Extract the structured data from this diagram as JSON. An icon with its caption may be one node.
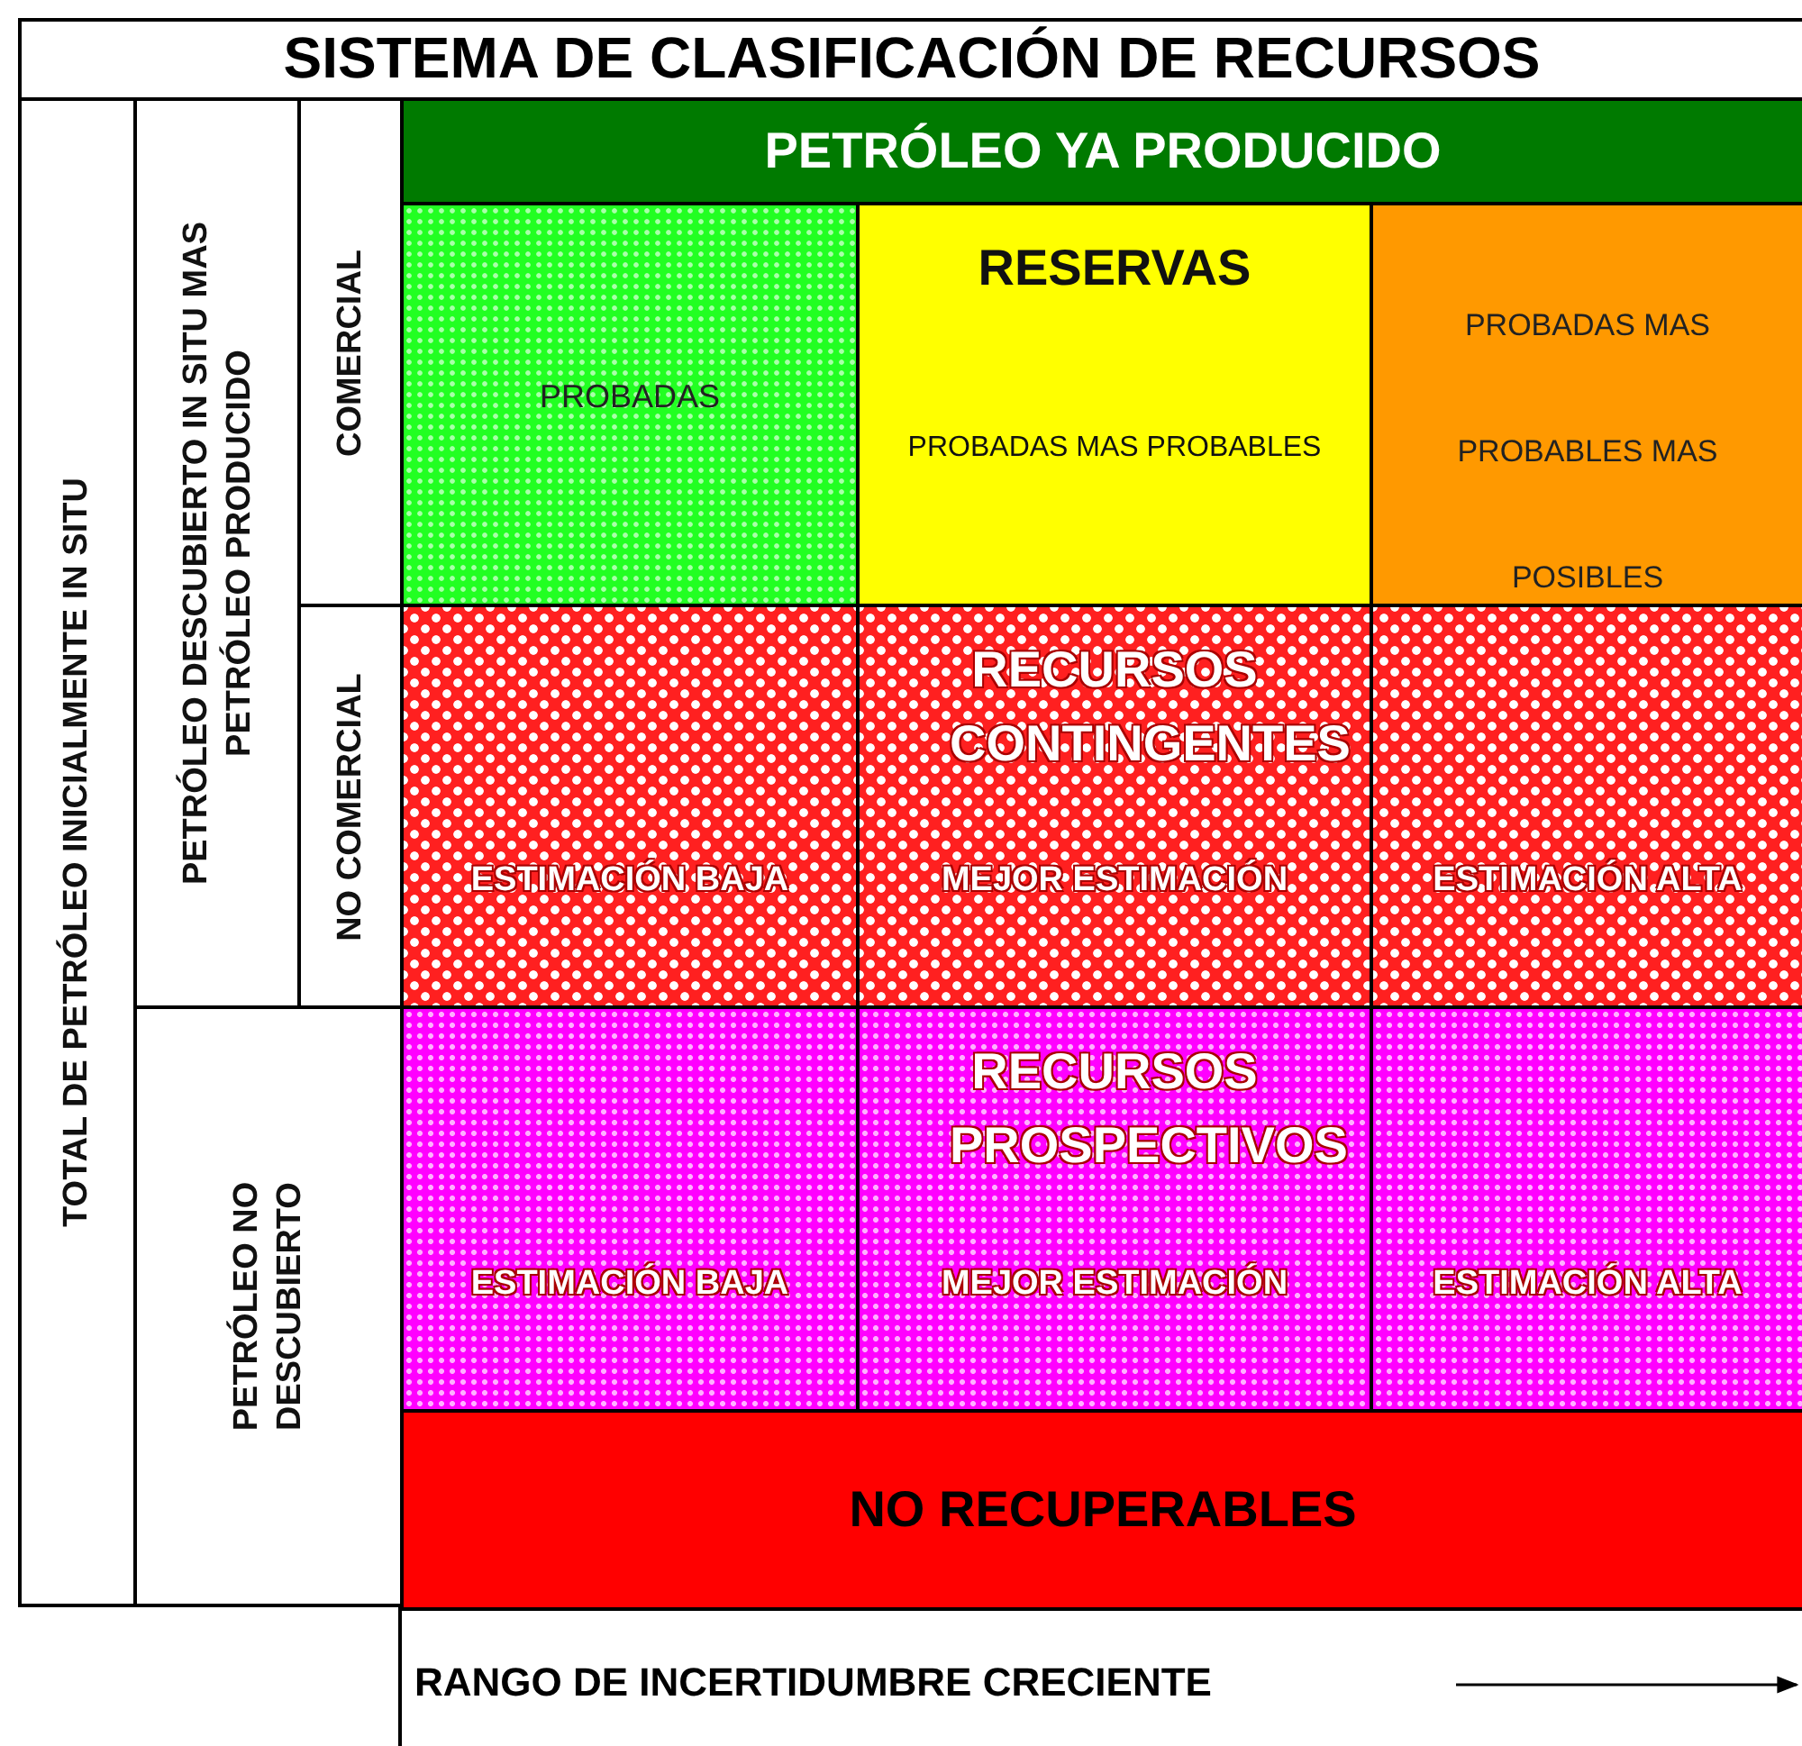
{
  "diagram": {
    "title": "SISTEMA DE CLASIFICACIÓN DE RECURSOS",
    "nodes": [
      {
        "text": [
          "TOTAL DE PETRÓLEO INICIALMENTE IN SITU"
        ]
      },
      {
        "text": [
          "PETRÓLEO DESCUBIERTO IN SITU MAS PETRÓLEO PRODUCIDO"
        ]
      },
      {
        "text": [
          "COMERCIAL"
        ]
      },
      {
        "text": [
          "NO COMERCIAL"
        ]
      },
      {
        "text": [
          "PETRÓLEO NO DESCUBIERTO"
        ]
      },
      {
        "text": [
          "PETRÓLEO YA PRODUCIDO"
        ]
      },
      {
        "text": [
          "PROBADAS"
        ]
      },
      {
        "text": [
          "RESERVAS",
          "PROBADAS MAS PROBABLES"
        ]
      },
      {
        "text": [
          "PROBADAS MAS PROBABLES MAS POSIBLES"
        ]
      },
      {
        "text": [
          "ESTIMACIÓN BAJA"
        ]
      },
      {
        "text": [
          "RECURSOS CONTINGENTES",
          "MEJOR ESTIMACIÓN"
        ]
      },
      {
        "text": [
          "ESTIMACIÓN ALTA"
        ]
      },
      {
        "text": [
          "ESTIMACIÓN BAJA"
        ]
      },
      {
        "text": [
          "RECURSOS PROSPECTIVOS",
          "MEJOR ESTIMACIÓN"
        ]
      },
      {
        "text": [
          "ESTIMACIÓN ALTA"
        ]
      },
      {
        "text": [
          "NO RECUPERABLES"
        ]
      }
    ],
    "labels": [
      "RANGO DE INCERTIDUMBRE CRECIENTE"
    ]
  }
}
